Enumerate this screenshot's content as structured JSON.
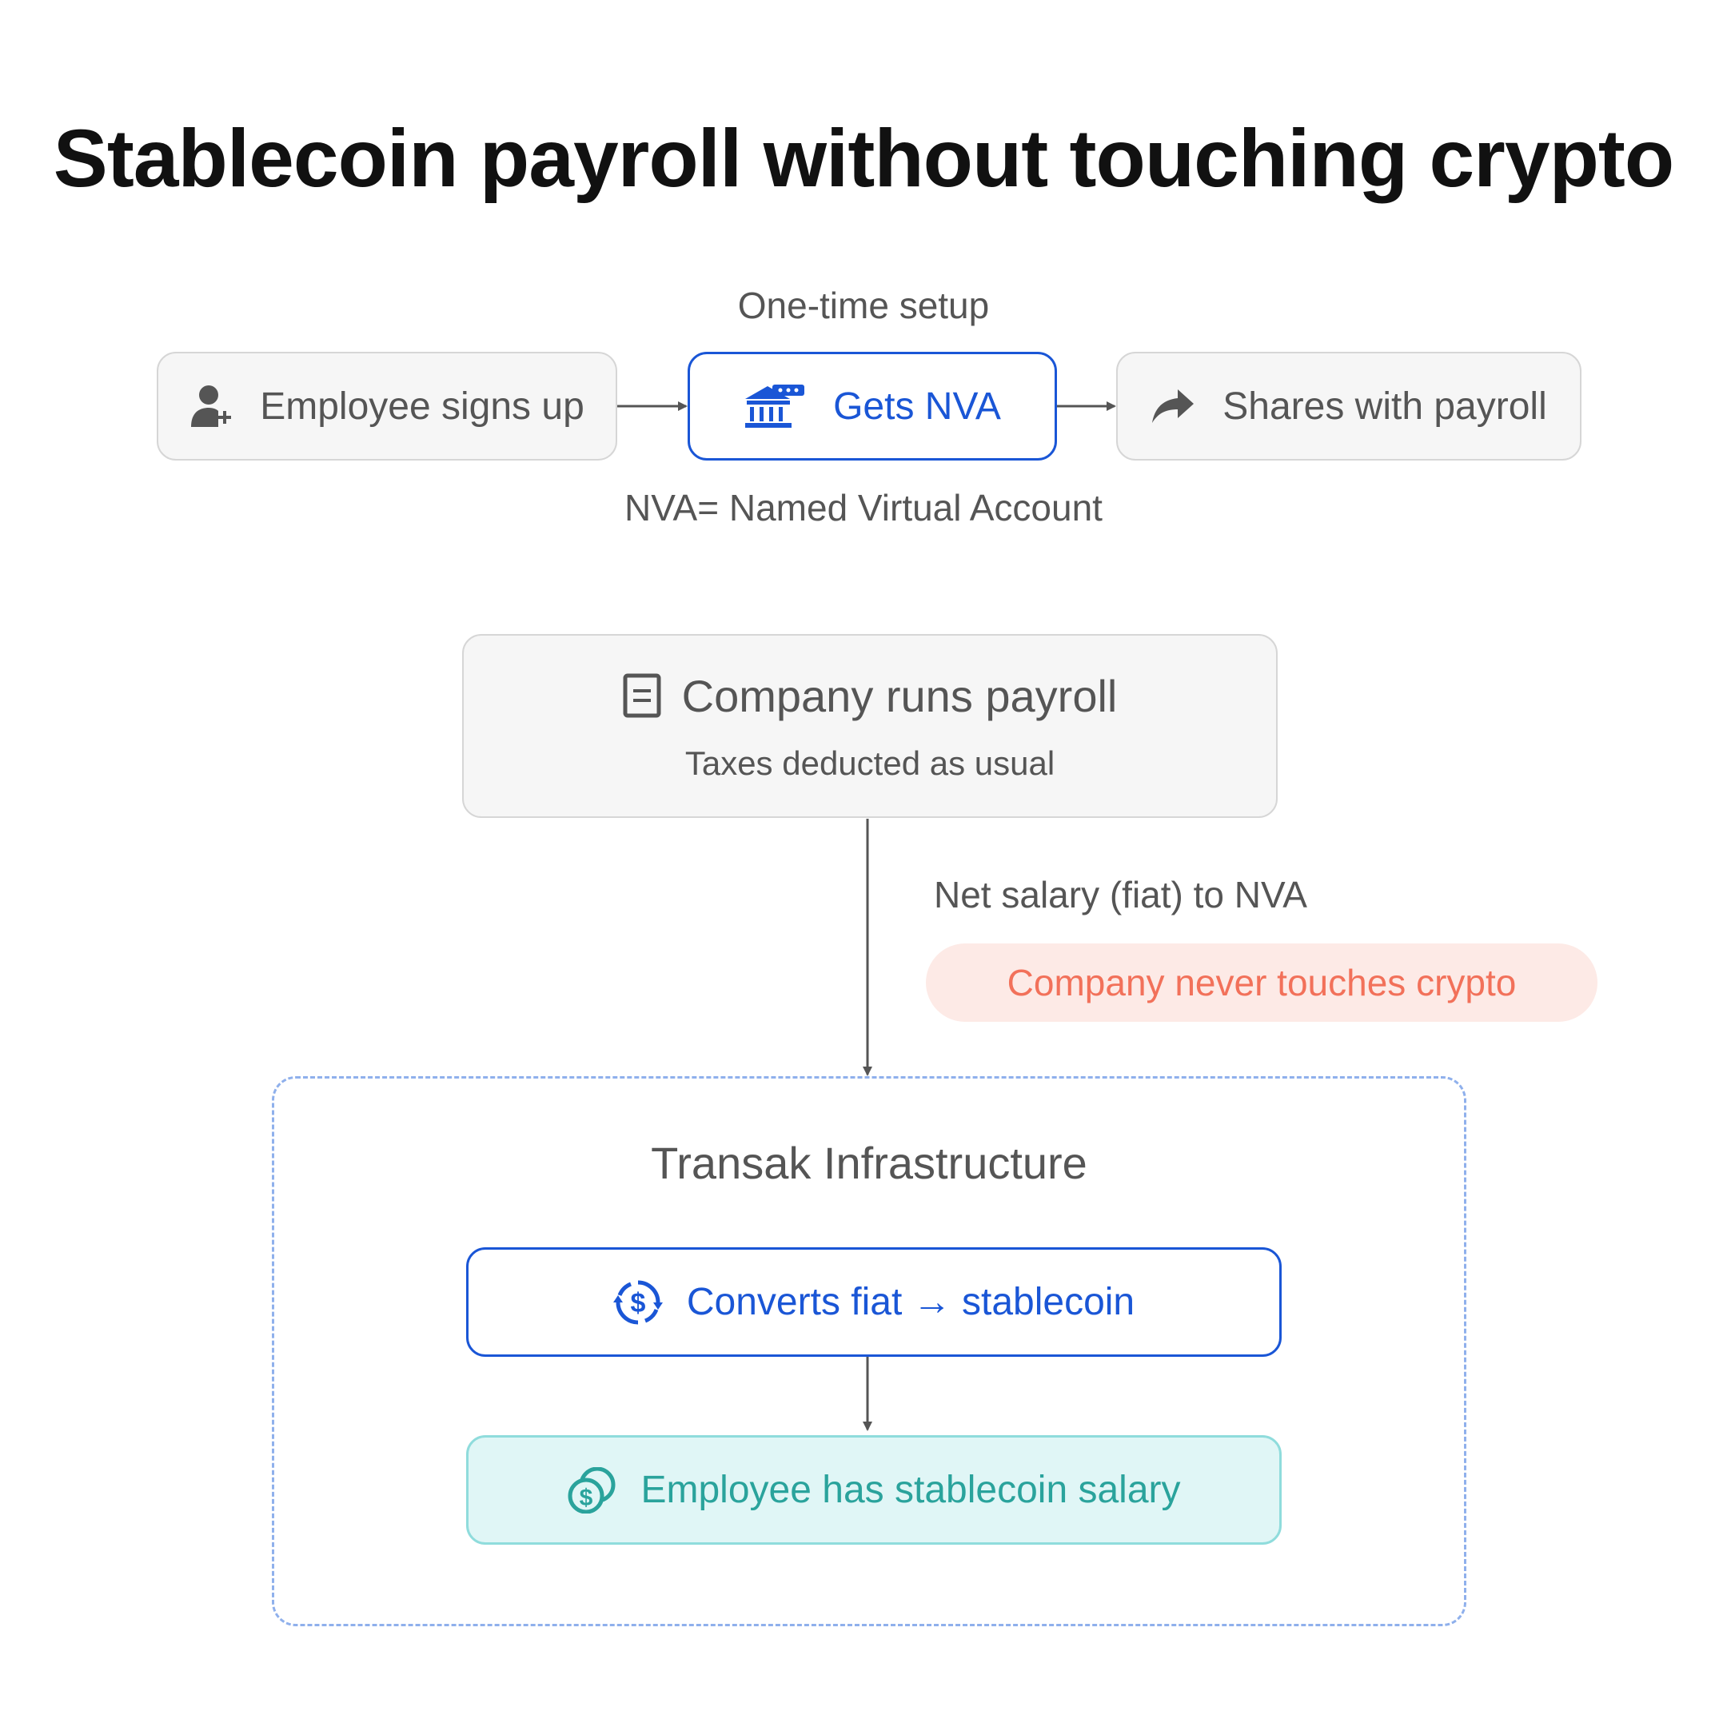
{
  "title": "Stablecoin payroll without touching crypto",
  "setup": {
    "heading": "One-time setup",
    "steps": [
      {
        "label": "Employee signs up",
        "icon": "person-add-icon"
      },
      {
        "label": "Gets NVA",
        "icon": "bank-icon"
      },
      {
        "label": "Shares with payroll",
        "icon": "share-arrow-icon"
      }
    ],
    "footnote": "NVA= Named Virtual Account"
  },
  "payroll": {
    "title": "Company runs payroll",
    "subtitle": "Taxes deducted as usual",
    "icon": "document-icon"
  },
  "transfer": {
    "label": "Net salary (fiat) to NVA",
    "badge": "Company never touches crypto"
  },
  "infrastructure": {
    "title": "Transak Infrastructure",
    "convert": {
      "label": "Converts fiat → stablecoin",
      "icon": "currency-exchange-icon"
    },
    "result": {
      "label": "Employee has stablecoin salary",
      "icon": "coins-icon"
    }
  },
  "colors": {
    "accent_blue": "#1a56d6",
    "teal": "#2aa39c",
    "badge_text": "#f2715a",
    "badge_bg": "#fdeae6",
    "dashed_border": "#8fb0ec"
  }
}
